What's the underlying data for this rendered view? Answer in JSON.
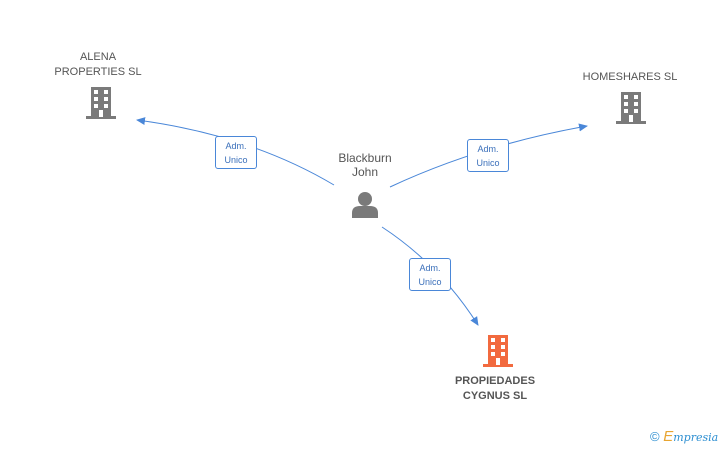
{
  "colors": {
    "edge": "#4a87d8",
    "company": "#7a7a7a",
    "focus_company": "#f26a3f",
    "person": "#7a7a7a"
  },
  "person": {
    "name_line1": "Blackburn",
    "name_line2": "John",
    "icon": "person-icon"
  },
  "companies": [
    {
      "id": "alena",
      "line1": "ALENA",
      "line2": "PROPERTIES SL",
      "icon": "building-icon"
    },
    {
      "id": "homeshares",
      "line1": "HOMESHARES SL",
      "line2": "",
      "icon": "building-icon"
    },
    {
      "id": "propiedades",
      "line1": "PROPIEDADES",
      "line2": "CYGNUS SL",
      "icon": "building-icon"
    }
  ],
  "relations": [
    {
      "to": "alena",
      "line1": "Adm.",
      "line2": "Unico"
    },
    {
      "to": "homeshares",
      "line1": "Adm.",
      "line2": "Unico"
    },
    {
      "to": "propiedades",
      "line1": "Adm.",
      "line2": "Unico"
    }
  ],
  "watermark": {
    "symbol": "©",
    "brand_first": "E",
    "brand_rest": "mpresia"
  }
}
